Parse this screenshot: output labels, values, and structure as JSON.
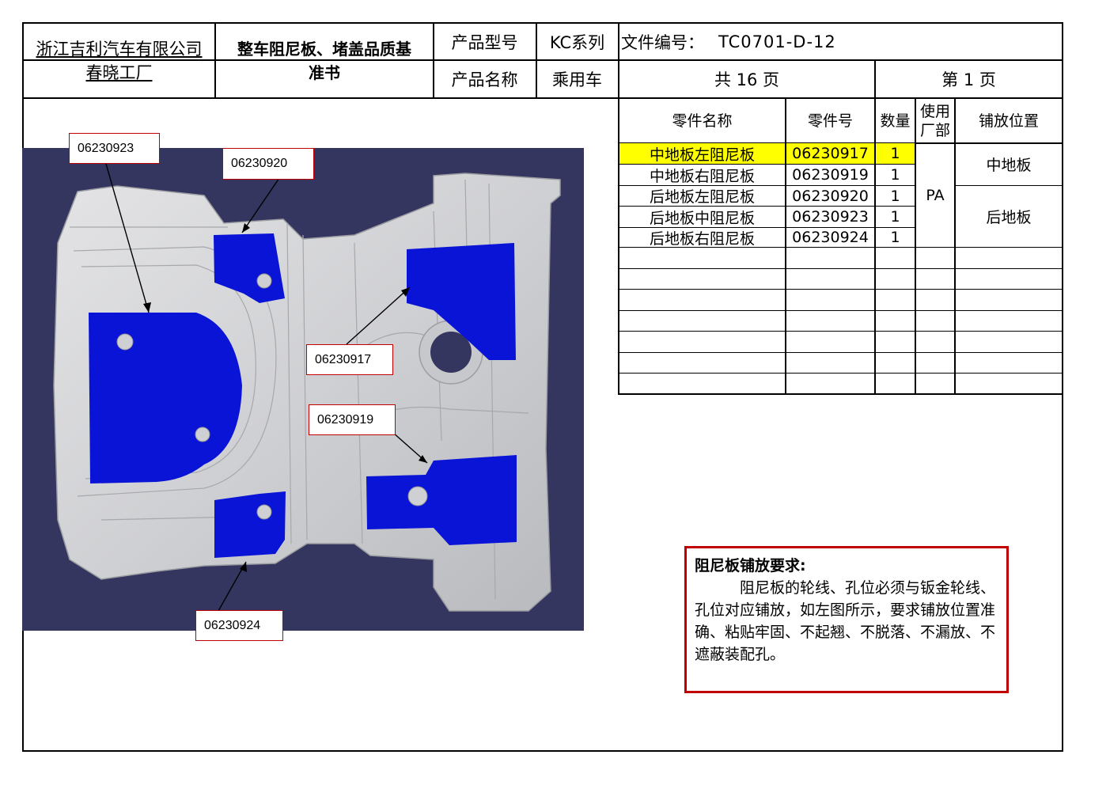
{
  "header": {
    "company_line1": "浙江吉利汽车有限公司",
    "company_line2": "春晓工厂",
    "doc_title_line1": "整车阻尼板、堵盖品质基",
    "doc_title_line2": "准书",
    "product_model_label": "产品型号",
    "product_model_value": "KC系列",
    "file_no_label": "文件编号：",
    "file_no_value": "TC0701-D-12",
    "product_name_label": "产品名称",
    "product_name_value": "乘用车",
    "total_pages": "共 16 页",
    "current_page": "第 1 页"
  },
  "parts_table": {
    "headers": {
      "name": "零件名称",
      "number": "零件号",
      "qty": "数量",
      "dept_line1": "使用",
      "dept_line2": "厂部",
      "position": "铺放位置"
    },
    "rows": [
      {
        "name": "中地板左阻尼板",
        "number": "06230917",
        "qty": "1",
        "highlight": true
      },
      {
        "name": "中地板右阻尼板",
        "number": "06230919",
        "qty": "1",
        "highlight": false
      },
      {
        "name": "后地板左阻尼板",
        "number": "06230920",
        "qty": "1",
        "highlight": false
      },
      {
        "name": "后地板中阻尼板",
        "number": "06230923",
        "qty": "1",
        "highlight": false
      },
      {
        "name": "后地板右阻尼板",
        "number": "06230924",
        "qty": "1",
        "highlight": false
      }
    ],
    "dept_value": "PA",
    "position_mid": "中地板",
    "position_rear": "后地板",
    "highlight_color": "#ffff00"
  },
  "callouts": {
    "c1": "06230923",
    "c2": "06230920",
    "c3": "06230917",
    "c4": "06230919",
    "c5": "06230924"
  },
  "colors": {
    "diagram_background": "#34365f",
    "damping_pad": "#0a14d6",
    "callout_border": "#c00000"
  },
  "requirements": {
    "title": "阻尼板铺放要求:",
    "body": "阻尼板的轮线、孔位必须与钣金轮线、孔位对应铺放，如左图所示，要求铺放位置准确、粘贴牢固、不起翘、不脱落、不漏放、不遮蔽装配孔。"
  }
}
